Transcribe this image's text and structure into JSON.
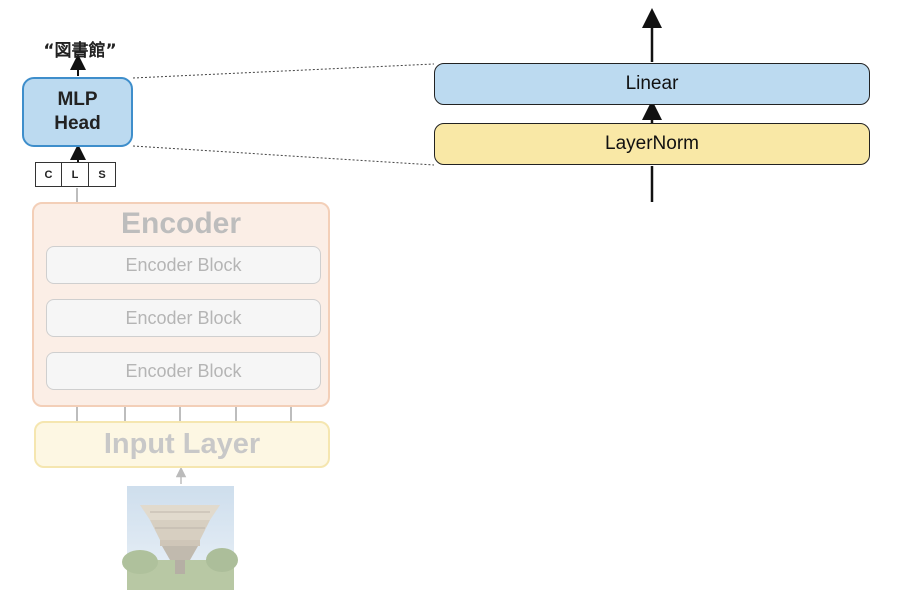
{
  "output": {
    "label": "“図書館”"
  },
  "mlp_head": {
    "line1": "MLP",
    "line2": "Head"
  },
  "cls_tokens": [
    "C",
    "L",
    "S"
  ],
  "encoder": {
    "title": "Encoder",
    "blocks": [
      "Encoder Block",
      "Encoder Block",
      "Encoder Block"
    ]
  },
  "input_layer": {
    "label": "Input Layer"
  },
  "zoom": {
    "linear_label": "Linear",
    "layernorm_label": "LayerNorm"
  },
  "colors": {
    "mlp_fill": "#bcdaf0",
    "mlp_border": "#3e8ecb",
    "layernorm_fill": "#f9e8a6",
    "encoder_fill": "#fbeee6",
    "input_fill": "#fdf7e3"
  },
  "image": {
    "description_icon": "library-building-photo"
  }
}
